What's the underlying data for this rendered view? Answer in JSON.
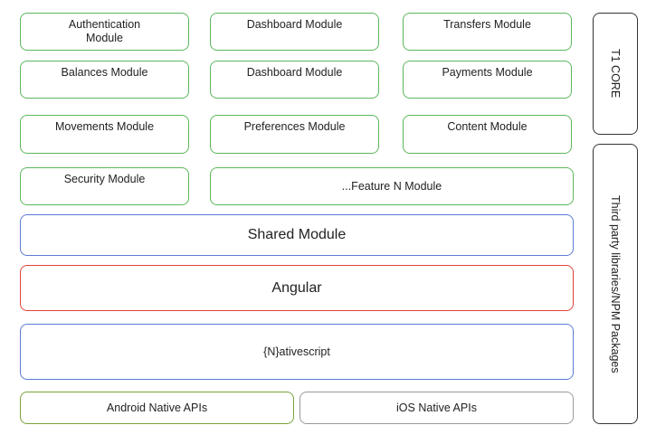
{
  "modules": {
    "row1": [
      "Authentication\nModule",
      "Dashboard Module",
      "Transfers Module"
    ],
    "row2": [
      "Balances Module",
      "Dashboard Module",
      "Payments Module"
    ],
    "row3": [
      "Movements Module",
      "Preferences Module",
      "Content Module"
    ],
    "row4": [
      "Security Module",
      "...Feature N Module"
    ]
  },
  "layers": {
    "shared": "Shared Module",
    "angular": "Angular",
    "nativescript": "{N}ativescript",
    "android": "Android Native APIs",
    "ios": "iOS Native APIs"
  },
  "sidebar": {
    "core": "T1 CORE",
    "third_party": "Third party libraries/NPM Packages"
  },
  "colors": {
    "module_border": "#5cb85c",
    "shared_border": "#5b7bd5",
    "angular_border": "#e0443a",
    "nativescript_border": "#5b7bd5",
    "android_border": "#7aa33a",
    "ios_border": "#9a9a9a",
    "side_border": "#333333"
  }
}
